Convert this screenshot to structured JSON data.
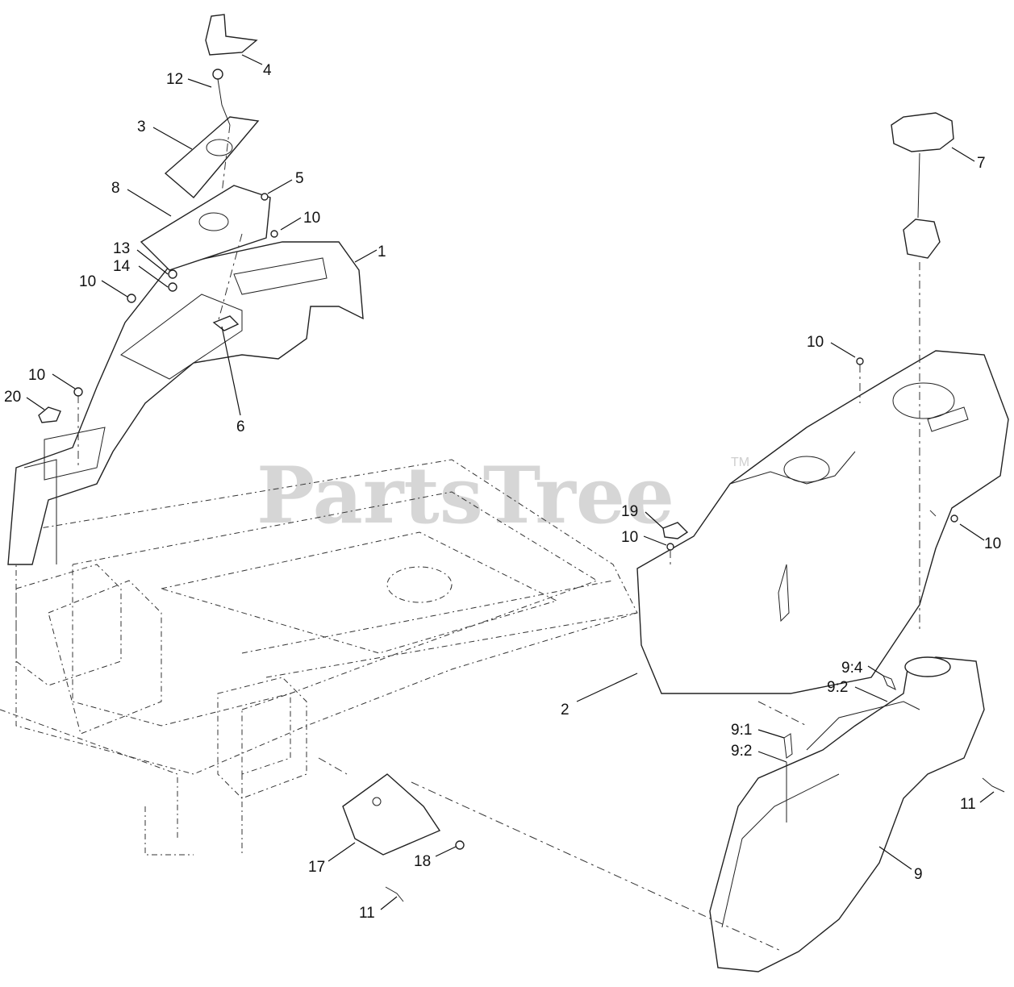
{
  "watermark": {
    "text": "PartsTree",
    "tm": "TM"
  },
  "callouts": [
    "4",
    "12",
    "3",
    "5",
    "8",
    "10",
    "13",
    "14",
    "10",
    "1",
    "10",
    "20",
    "6",
    "7",
    "10",
    "19",
    "10",
    "10",
    "9:4",
    "9:2",
    "2",
    "9:1",
    "9:2",
    "11",
    "9",
    "17",
    "18",
    "11"
  ]
}
